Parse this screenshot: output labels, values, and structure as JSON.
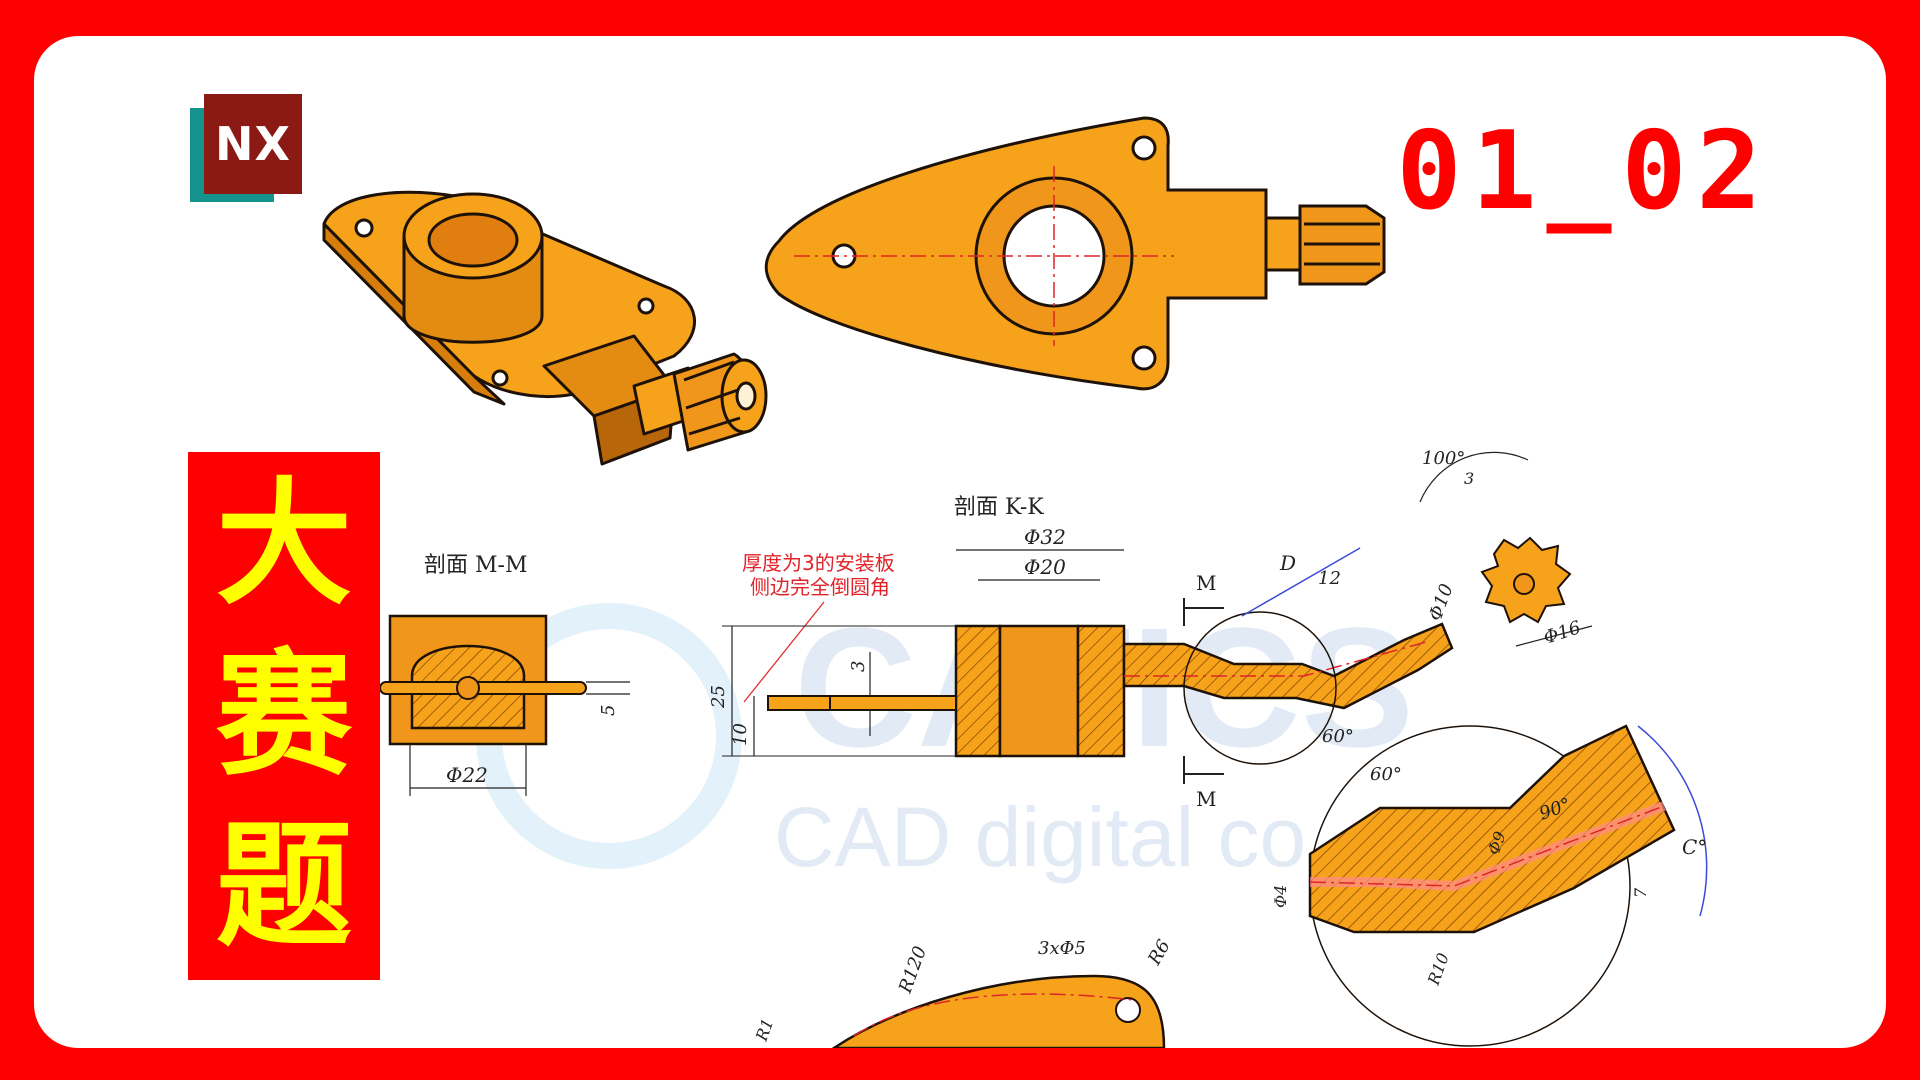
{
  "logo": {
    "text": "NX"
  },
  "episode": "01_02",
  "banner": {
    "chars": [
      "大",
      "赛",
      "题"
    ]
  },
  "drawing": {
    "section_kk": "剖面 K-K",
    "section_mm": "剖面 M-M",
    "note_line1": "厚度为3的安装板",
    "note_line2": "侧边完全倒圆角",
    "dim_phi32": "Φ32",
    "dim_phi20": "Φ20",
    "dim_phi22": "Φ22",
    "dim_phi16": "Φ16",
    "dim_phi10": "Φ10",
    "dim_phi4": "Φ4",
    "dim_phi9": "Φ9",
    "dim_3phi5": "3xΦ5",
    "dim_25": "25",
    "dim_10": "10",
    "dim_3": "3",
    "dim_5": "5",
    "dim_3b": "3",
    "dim_12": "12",
    "dim_7": "7",
    "dim_D": "D",
    "dim_C": "C°",
    "ang_100": "100°",
    "ang_60a": "60°",
    "ang_60b": "60°",
    "ang_90": "90°",
    "r120": "R120",
    "r6": "R6",
    "r10": "R10",
    "r1": "R1",
    "m_top": "M",
    "m_bottom": "M"
  },
  "watermark": {
    "brand": "CATICS",
    "tagline": "CAD digital co"
  },
  "colors": {
    "frame": "#ff0000",
    "banner_text": "#ffff00",
    "part": "#f7a21b",
    "part_dark": "#d77d0c",
    "dimension": "#3b4bd8"
  }
}
